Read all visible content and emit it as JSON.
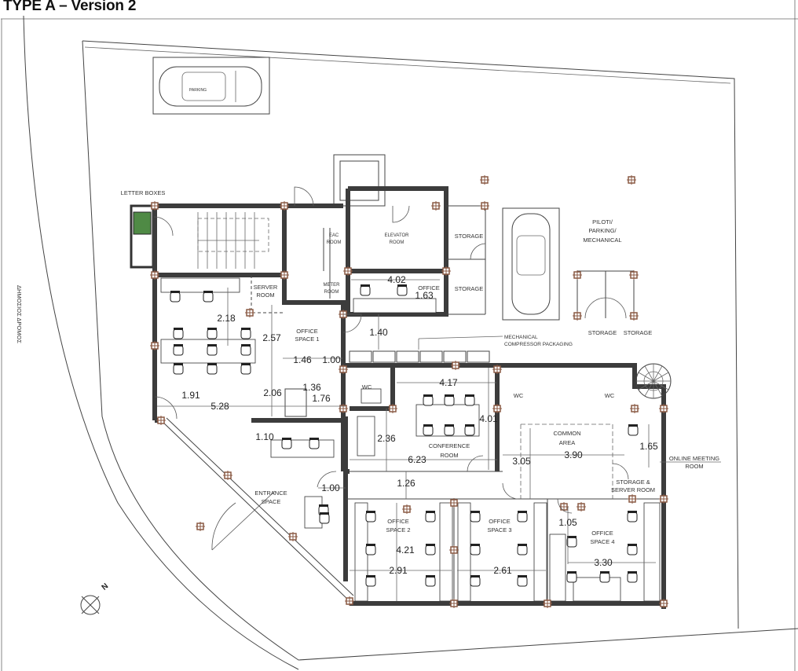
{
  "title": "TYPE A – Version 2",
  "street_label": "ΔΗΜΟΣΙΟΣ ΔΡΟΜΟΣ",
  "north_label": "N",
  "car_label": "PARKING",
  "rooms": {
    "letter_boxes": "LETTER BOXES",
    "server_room": [
      "SERVER",
      "ROOM"
    ],
    "office_space_1": [
      "OFFICE",
      "SPACE 1"
    ],
    "eac_room": [
      "EAC",
      "ROOM"
    ],
    "elevator_room": [
      "ELEVATOR",
      "ROOM"
    ],
    "storage_1": "STORAGE",
    "storage_2": "STORAGE",
    "meter_room": [
      "METER",
      "ROOM"
    ],
    "office": "OFFICE",
    "mechanical": [
      "MECHANICAL",
      "COMPRESSOR PACKAGING"
    ],
    "wc_1": "WC",
    "wc_2": "WC",
    "wc_3": "WC",
    "conference_room": [
      "CONFERENCE",
      "ROOM"
    ],
    "common_area": [
      "COMMON",
      "AREA"
    ],
    "online_meeting_room": [
      "ONLINE MEETING",
      "ROOM"
    ],
    "storage_server_room": [
      "STORAGE &",
      "SERVER ROOM"
    ],
    "entrance_space": [
      "ENTRANCE",
      "SPACE"
    ],
    "office_space_2": [
      "OFFICE",
      "SPACE 2"
    ],
    "office_space_3": [
      "OFFICE",
      "SPACE 3"
    ],
    "office_space_4": [
      "OFFICE",
      "SPACE 4"
    ],
    "piloti": [
      "PILOTI/",
      "PARKING/",
      "MECHANICAL"
    ],
    "storage_3": "STORAGE",
    "storage_4": "STORAGE"
  },
  "dimensions": [
    "2.18",
    "2.57",
    "1.46",
    "1.00",
    "1.36",
    "1.76",
    "2.06",
    "1.91",
    "5.28",
    "1.10",
    "4.02",
    "1.63",
    "1.40",
    "4.17",
    "4.01",
    "2.36",
    "6.23",
    "3.05",
    "3.90",
    "1.65",
    "1.26",
    "1.00",
    "4.21",
    "2.91",
    "2.61",
    "1.05",
    "3.30"
  ],
  "colors": {
    "wall": "#3c3c3c",
    "column": "#8a5a44",
    "planter": "#4f8a45"
  }
}
